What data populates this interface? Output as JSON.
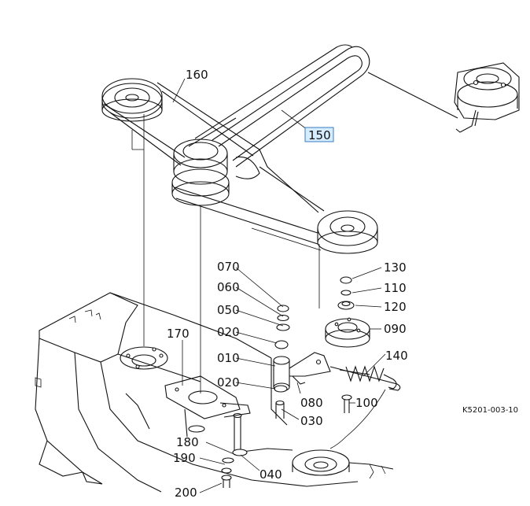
{
  "diagram": {
    "reference_code": "K5201-003-10",
    "highlighted_part": "150",
    "parts": {
      "p160": "160",
      "p150": "150",
      "p170": "170",
      "p070": "070",
      "p060": "060",
      "p050": "050",
      "p020a": "020",
      "p010": "010",
      "p020b": "020",
      "p030": "030",
      "p080": "080",
      "p040": "040",
      "p180": "180",
      "p190": "190",
      "p200": "200",
      "p130": "130",
      "p110": "110",
      "p120": "120",
      "p090": "090",
      "p140": "140",
      "p100": "100"
    }
  }
}
